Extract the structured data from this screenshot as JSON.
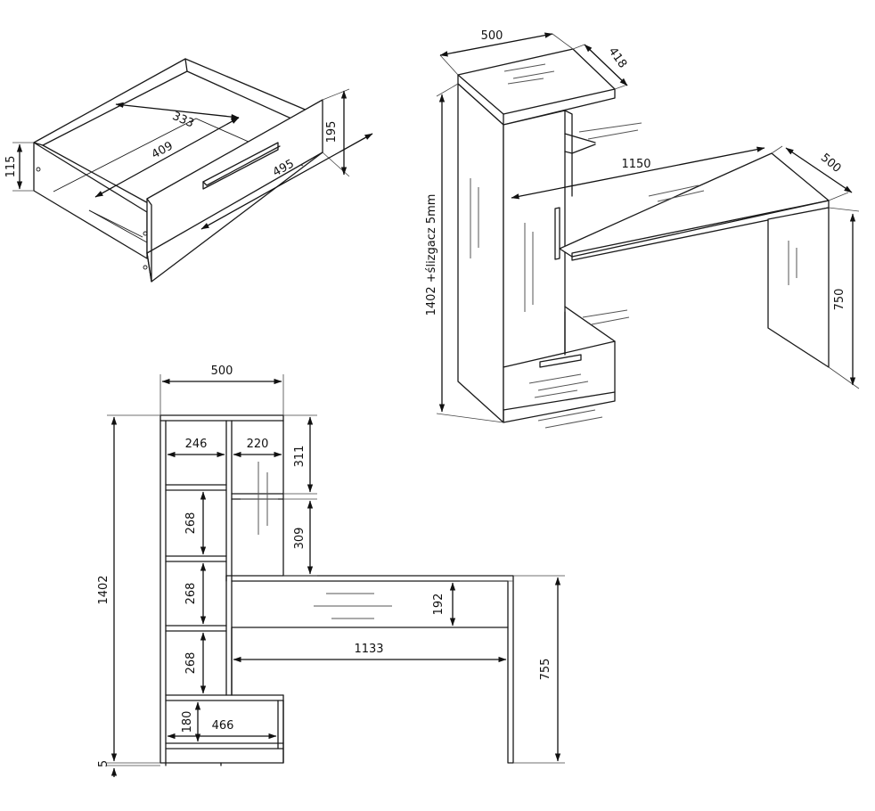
{
  "drawer": {
    "height_115": "115",
    "height_195": "195",
    "inner_333": "333",
    "inner_409": "409",
    "length_495": "495"
  },
  "perspective": {
    "top_width_500": "500",
    "top_depth_418": "418",
    "desk_width_1150": "1150",
    "desk_depth_500": "500",
    "desk_height_750": "750",
    "total_height_note": "1402 +ślizgacz 5mm"
  },
  "front": {
    "width_500": "500",
    "shelf_246": "246",
    "shelf_220": "220",
    "height_311": "311",
    "height_309": "309",
    "shelf_268_a": "268",
    "shelf_268_b": "268",
    "shelf_268_c": "268",
    "height_180": "180",
    "width_466": "466",
    "total_1402": "1402",
    "glide_5": "5",
    "desk_192": "192",
    "desk_1133": "1133",
    "desk_755": "755"
  }
}
